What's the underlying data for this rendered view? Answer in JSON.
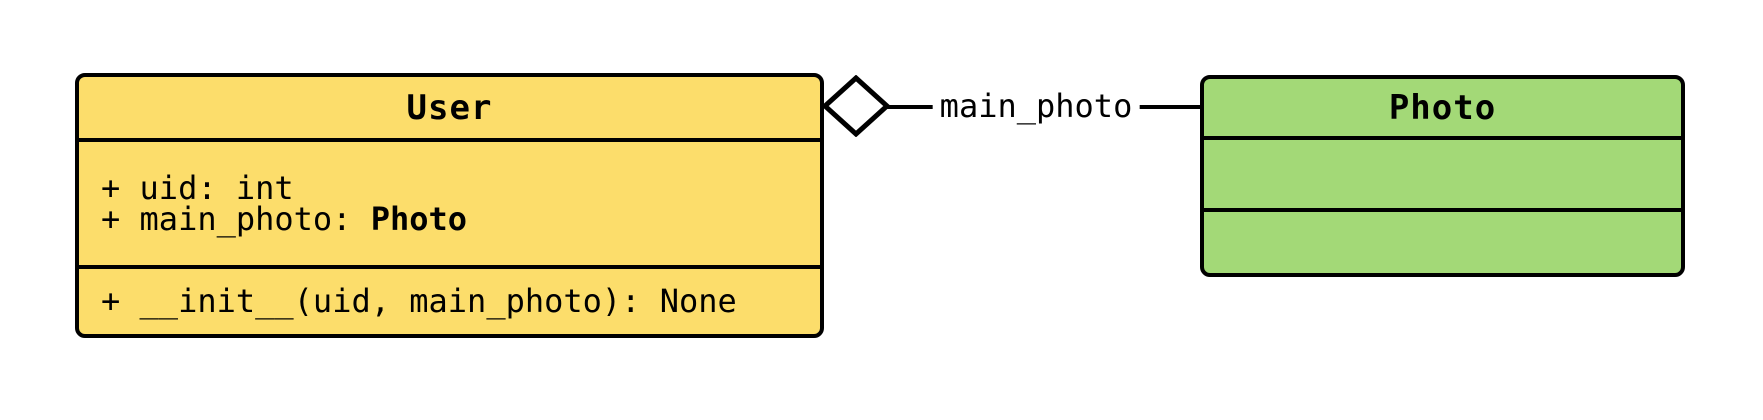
{
  "diagram_type": "uml-class-diagram",
  "colors": {
    "background": "#ffffff",
    "user_fill": "#fcdd6b",
    "photo_fill": "#a3d977",
    "stroke": "#000000",
    "diamond_fill": "#ffffff"
  },
  "user_class": {
    "title": "User",
    "attr_uid": "+ uid: int",
    "attr_main_photo_label": "+ main_photo: ",
    "attr_main_photo_type": "Photo",
    "method_init": "+ __init__(uid, main_photo): None"
  },
  "photo_class": {
    "title": "Photo",
    "attributes": [],
    "methods": []
  },
  "relation": {
    "label": "main_photo",
    "type": "aggregation",
    "diamond_style": "open",
    "from": "User",
    "to": "Photo"
  }
}
